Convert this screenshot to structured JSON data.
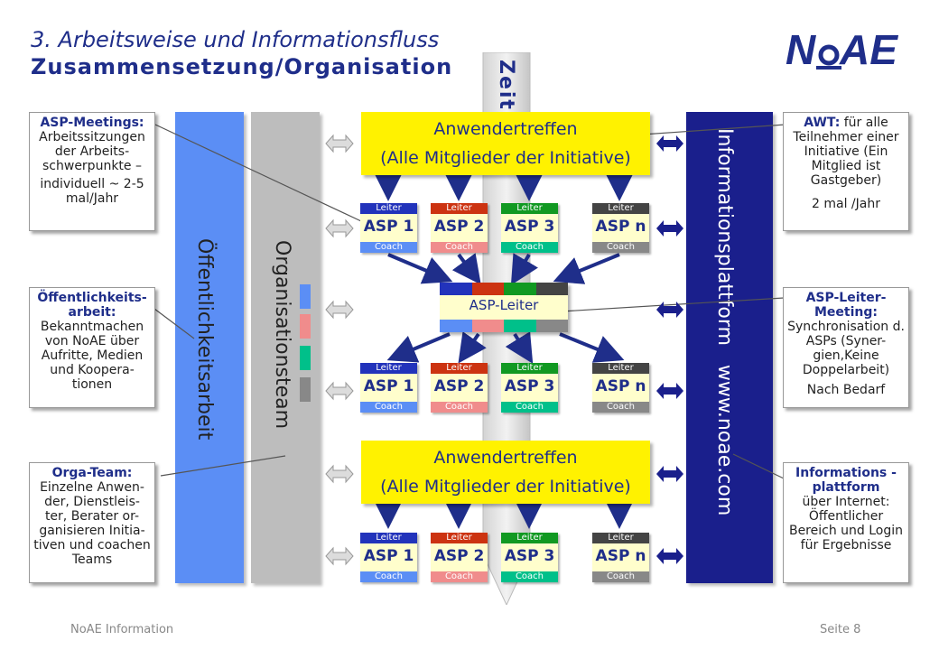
{
  "header": {
    "title_line1": "3. Arbeitsweise und Informationsfluss",
    "title_line2": "Zusammensetzung/Organisation",
    "logo_text": "NoAE"
  },
  "timeline": {
    "label": "Zeit"
  },
  "columns": {
    "public": "Öffentlichkeitsarbeit",
    "orgteam": "Organisationsteam",
    "platform": "Informationsplattform   www.noae.com"
  },
  "meetings": {
    "top_line1": "Anwendertreffen",
    "top_line2": "(Alle Mitglieder der Initiative)",
    "bottom_line1": "Anwendertreffen",
    "bottom_line2": "(Alle Mitglieder der Initiative)"
  },
  "asp": {
    "leiter": "Leiter",
    "coach": "Coach",
    "names": [
      "ASP 1",
      "ASP 2",
      "ASP 3",
      "ASP n"
    ],
    "colors_top": [
      "#2233bb",
      "#cc3311",
      "#119922",
      "#444444"
    ],
    "colors_bottom": [
      "#5b8ef5",
      "#f08c8c",
      "#00c08a",
      "#888888"
    ]
  },
  "asp_leiter": {
    "label": "ASP-Leiter"
  },
  "left_boxes": {
    "meetings": {
      "bold": "ASP-Meetings:",
      "text1": "Arbeitssitzungen der Arbeits-schwerpunkte –",
      "text2": "individuell ~ 2-5 mal/Jahr"
    },
    "public": {
      "bold": "Öffentlichkeits-arbeit:",
      "text": "Bekanntmachen von NoAE über Aufritte, Medien und Koopera-tionen"
    },
    "orga": {
      "bold": "Orga-Team:",
      "text": "Einzelne Anwen-der, Dienstleis-ter, Berater or-ganisieren Initia-tiven und coachen Teams"
    }
  },
  "right_boxes": {
    "awt": {
      "bold": "AWT:",
      "text1": "für alle Teilnehmer einer Initiative (Ein Mitglied ist Gastgeber)",
      "text2": "2 mal /Jahr"
    },
    "leitermeeting": {
      "bold": "ASP-Leiter-Meeting:",
      "text1": "Synchronisation d. ASPs (Syner-gien,Keine Doppelarbeit)",
      "text2": "Nach Bedarf"
    },
    "platform": {
      "bold": "Informations -plattform",
      "text": "über Internet: Öffentlicher Bereich und Login für Ergebnisse"
    }
  },
  "footer": {
    "left": "NoAE Information",
    "right": "Seite 8"
  }
}
